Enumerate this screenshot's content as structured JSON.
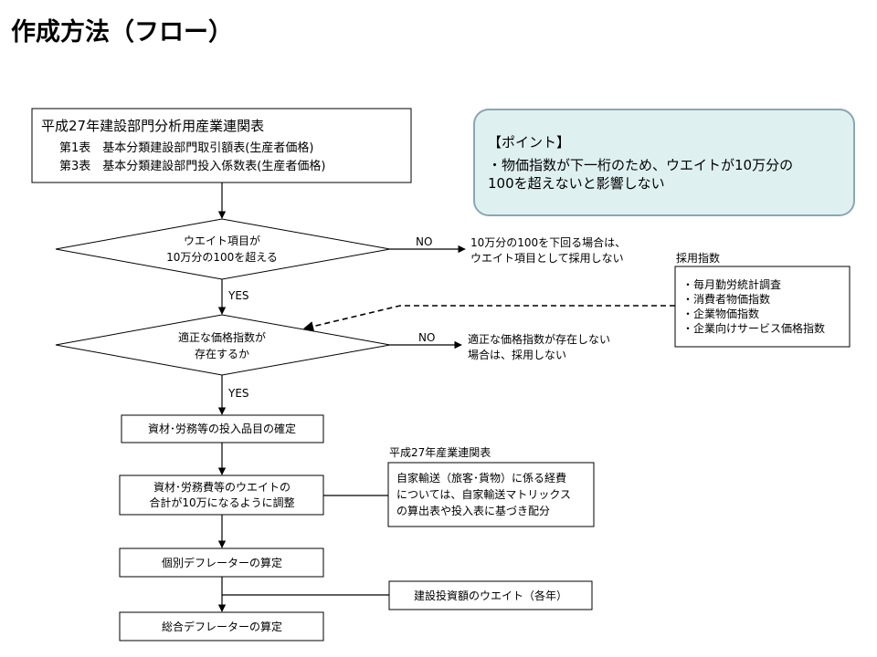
{
  "title": "作成方法（フロー）",
  "source_box": {
    "line1": "平成27年建設部門分析用産業連関表",
    "line2": "第1表　基本分類建設部門取引額表(生産者価格)",
    "line3": "第3表　基本分類建設部門投入係数表(生産者価格)"
  },
  "point_box": {
    "heading": "【ポイント】",
    "line1": "・物価指数が下一桁のため、ウエイトが10万分の",
    "line2": "100を超えないと影響しない"
  },
  "decision1": {
    "line1": "ウエイト項目が",
    "line2": "10万分の100を超える",
    "no_label": "NO",
    "yes_label": "YES",
    "no_note_line1": "10万分の100を下回る場合は、",
    "no_note_line2": "ウエイト項目として採用しない"
  },
  "indices": {
    "title": "採用指数",
    "items": [
      "・毎月勤労統計調査",
      "・消費者物価指数",
      "・企業物価指数",
      "・企業向けサービス価格指数"
    ]
  },
  "decision2": {
    "line1": "適正な価格指数が",
    "line2": "存在するか",
    "no_label": "NO",
    "yes_label": "YES",
    "no_note_line1": "適正な価格指数が存在しない",
    "no_note_line2": "場合は、採用しない"
  },
  "step1": "資材･労務等の投入品目の確定",
  "step2": {
    "line1": "資材･労務費等のウエイトの",
    "line2": "合計が10万になるように調整"
  },
  "transport_note": {
    "title": "平成27年産業連関表",
    "line1": "自家輸送（旅客･貨物）に係る経費",
    "line2": "については、自家輸送マトリックス",
    "line3": "の算出表や投入表に基づき配分"
  },
  "step3": "個別デフレーターの算定",
  "weight_note": "建設投資額のウエイト（各年）",
  "step4": "総合デフレーターの算定"
}
